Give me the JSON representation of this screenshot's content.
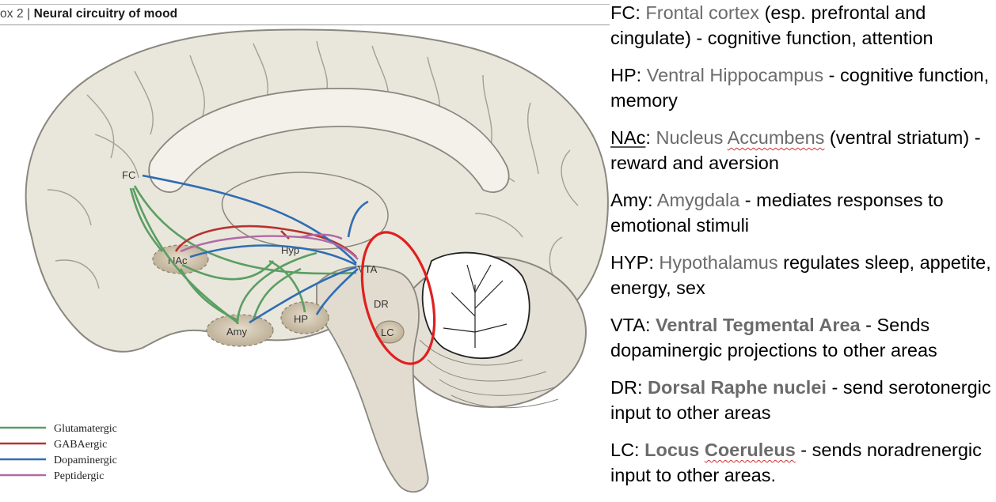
{
  "figure": {
    "box_prefix": "ox 2 |",
    "title": "Neural circuitry of mood",
    "regions": {
      "fc": "FC",
      "nac": "NAc",
      "hyp": "Hyp",
      "vta": "VTA",
      "dr": "DR",
      "lc": "LC",
      "amy": "Amy",
      "hp": "HP"
    },
    "legend": [
      {
        "label": "Glutamatergic",
        "color": "#5a9e62"
      },
      {
        "label": "GABAergic",
        "color": "#b8312f"
      },
      {
        "label": "Dopaminergic",
        "color": "#2f6db3"
      },
      {
        "label": "Peptidergic",
        "color": "#b06aa8"
      }
    ],
    "highlight_color": "#e01f1f"
  },
  "notes": [
    {
      "abbr": "FC",
      "sep": ": ",
      "term": "Frontal cortex",
      "term_style": "normal",
      "desc": " (esp. prefrontal and cingulate) - cognitive function, attention"
    },
    {
      "abbr": "HP",
      "sep": ": ",
      "term": "Ventral Hippocampus",
      "term_style": "normal",
      "desc": " - cognitive function, memory"
    },
    {
      "abbr": "NAc",
      "sep": ": ",
      "term_a": "Nucleus ",
      "term_b": "Accumbens",
      "term_style": "normal",
      "desc": " (ventral striatum) - reward and aversion"
    },
    {
      "abbr": "Amy",
      "sep": ": ",
      "term": "Amygdala",
      "term_style": "normal",
      "desc": " - mediates responses to emotional stimuli"
    },
    {
      "abbr": "HYP",
      "sep": ": ",
      "term": "Hypothalamus",
      "term_style": "normal",
      "desc": " regulates sleep, appetite, energy, sex"
    },
    {
      "abbr": "VTA",
      "sep": ": ",
      "term": "Ventral Tegmental Area",
      "term_style": "bold",
      "desc": " - Sends dopaminergic projections to other areas"
    },
    {
      "abbr": "DR",
      "sep": ": ",
      "term": "Dorsal Raphe nuclei",
      "term_style": "bold",
      "desc": " - send serotonergic input to other areas"
    },
    {
      "abbr": "LC",
      "sep": ": ",
      "term_a": "Locus ",
      "term_b": "Coeruleus",
      "term_style": "bold",
      "desc": " - sends noradrenergic input to other areas."
    }
  ]
}
